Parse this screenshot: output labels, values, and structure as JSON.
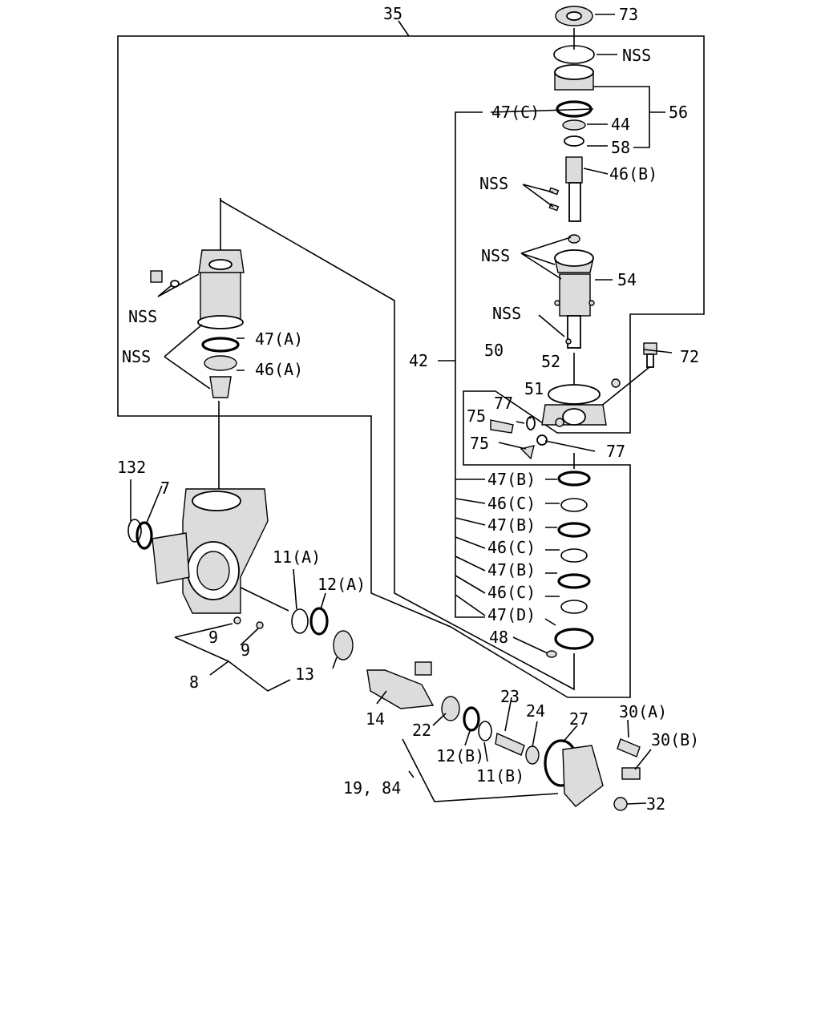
{
  "labels": {
    "l35": "35",
    "l73": "73",
    "nss_top": "NSS",
    "l56": "56",
    "l47c": "47(C)",
    "l44": "44",
    "l58": "58",
    "l46b": "46(B)",
    "nss_a": "NSS",
    "nss_b": "NSS",
    "l54": "54",
    "nss_c": "NSS",
    "l72": "72",
    "l42": "42",
    "l50": "50",
    "l52": "52",
    "l51": "51",
    "l77a": "77",
    "l75a": "75",
    "l75b": "75",
    "l77b": "77",
    "l47b1": "47(B)",
    "l46c1": "46(C)",
    "l47b2": "47(B)",
    "l46c2": "46(C)",
    "l47b3": "47(B)",
    "l46c3": "46(C)",
    "l47d": "47(D)",
    "l48": "48",
    "nss_bolt": "NSS",
    "l47a": "47(A)",
    "nss_seal": "NSS",
    "l46a": "46(A)",
    "l132": "132",
    "l7": "7",
    "l11a": "11(A)",
    "l12a": "12(A)",
    "l9a": "9",
    "l9b": "9",
    "l8": "8",
    "l13": "13",
    "l14": "14",
    "l22": "22",
    "l12b": "12(B)",
    "l11b": "11(B)",
    "l23": "23",
    "l24": "24",
    "l27": "27",
    "l30a": "30(A)",
    "l30b": "30(B)",
    "l1984": "19, 84",
    "l32": "32"
  }
}
